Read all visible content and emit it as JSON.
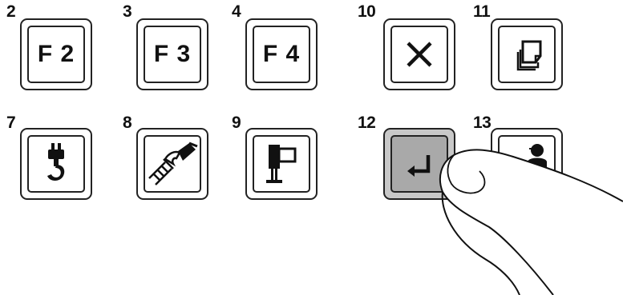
{
  "keys": [
    {
      "number": "2",
      "label": "F 2",
      "icon": null
    },
    {
      "number": "3",
      "label": "F 3",
      "icon": null
    },
    {
      "number": "4",
      "label": "F 4",
      "icon": null
    },
    {
      "number": "10",
      "label": null,
      "icon": "close-icon"
    },
    {
      "number": "11",
      "label": null,
      "icon": "copy-pages-icon"
    },
    {
      "number": "7",
      "label": null,
      "icon": "crane-hook-icon"
    },
    {
      "number": "8",
      "label": null,
      "icon": "hose-gun-icon"
    },
    {
      "number": "9",
      "label": null,
      "icon": "vertical-cylinder-icon"
    },
    {
      "number": "12",
      "label": null,
      "icon": "enter-icon",
      "pressed": true
    },
    {
      "number": "13",
      "label": null,
      "icon": "operator-manual-icon"
    }
  ],
  "colors": {
    "line": "#222222",
    "pressed_fill": "#a9a9a9",
    "pressed_outer": "#c8c8c8"
  }
}
